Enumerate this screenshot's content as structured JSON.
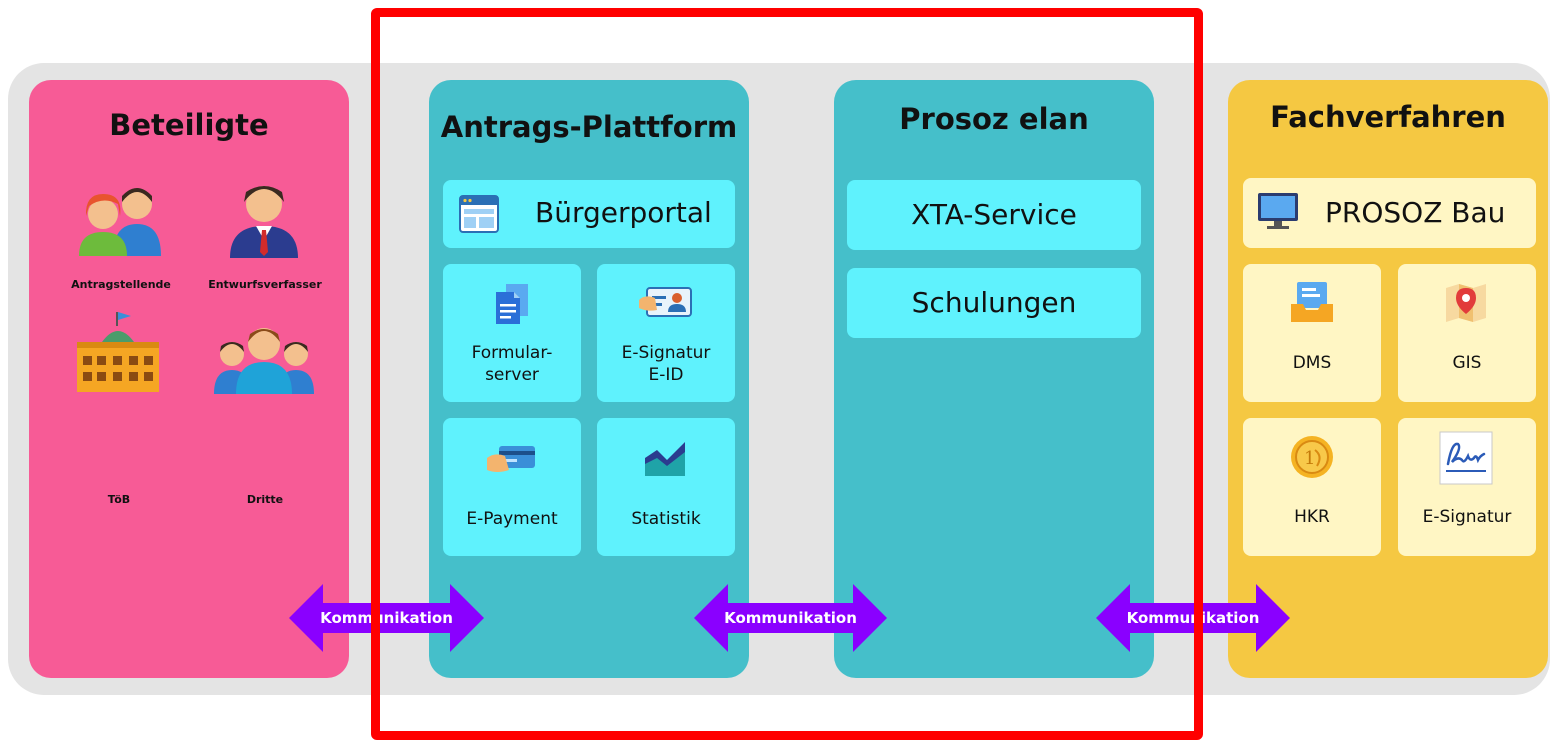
{
  "columns": {
    "beteiligte": {
      "title": "Beteiligte"
    },
    "antragsplattform": {
      "title": "Antrags-Plattform"
    },
    "prosoz_elan": {
      "title": "Prosoz elan"
    },
    "fachverfahren": {
      "title": "Fachverfahren"
    }
  },
  "beteiligte": {
    "antragstellende": "Antragstellende",
    "entwurfsverfasser": "Entwurfsverfasser",
    "toeb": "TöB",
    "dritte": "Dritte"
  },
  "antragsplattform": {
    "buergerportal": "Bürgerportal",
    "formularserver_line1": "Formular-",
    "formularserver_line2": "server",
    "esignatur_line1": "E-Signatur",
    "esignatur_line2": "E-ID",
    "epayment": "E-Payment",
    "statistik": "Statistik"
  },
  "prosoz_elan": {
    "xta_service": "XTA-Service",
    "schulungen": "Schulungen"
  },
  "fachverfahren": {
    "prosoz_bau": "PROSOZ Bau",
    "dms": "DMS",
    "gis": "GIS",
    "hkr": "HKR",
    "esignatur": "E-Signatur"
  },
  "arrows": {
    "left": "Kommunikation",
    "middle": "Kommunikation",
    "right": "Kommunikation"
  },
  "colors": {
    "pink": "#f75b96",
    "teal": "#45bfca",
    "yellow": "#f5c842",
    "cyan_box": "#5ff2fd",
    "cream_box": "#fff6c4",
    "arrow": "#8a00ff",
    "frame": "#ff0000"
  },
  "icons": [
    "person-pair-icon",
    "businessman-icon",
    "government-building-icon",
    "group-icon",
    "browser-window-icon",
    "document-icon",
    "id-card-icon",
    "payment-card-icon",
    "area-chart-icon",
    "monitor-icon",
    "archive-tray-icon",
    "map-pin-icon",
    "coin-icon",
    "signature-icon"
  ]
}
